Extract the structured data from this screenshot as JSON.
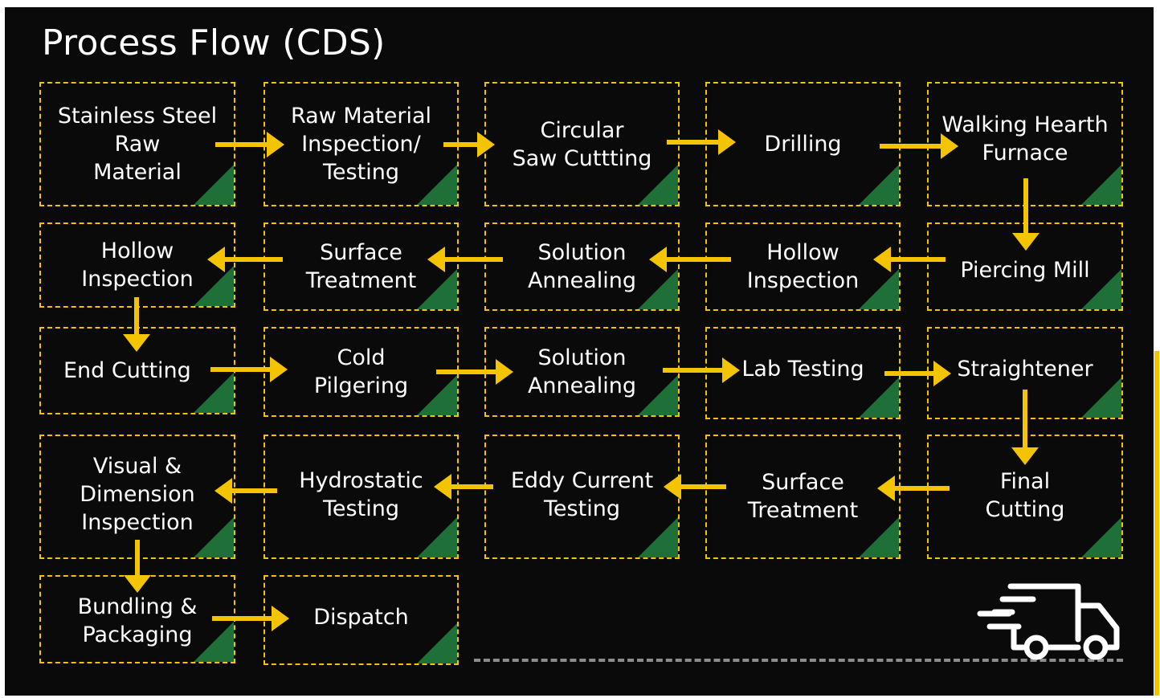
{
  "title": "Process Flow (CDS)",
  "colors": {
    "background": "#0a0a0a",
    "accent": "#f5c400",
    "corner": "#1e7038",
    "text": "#ffffff"
  },
  "steps": [
    "Stainless Steel\nRaw\nMaterial",
    "Raw Material\nInspection/\nTesting",
    "Circular\nSaw Cuttting",
    "Drilling",
    "Walking Hearth\nFurnace",
    "Piercing Mill",
    "Hollow\nInspection",
    "Solution\nAnnealing",
    "Surface\nTreatment",
    "Hollow\nInspection",
    "End Cutting",
    "Cold\nPilgering",
    "Solution\nAnnealing",
    "Lab Testing",
    "Straightener",
    "Final\nCutting",
    "Surface\nTreatment",
    "Eddy Current\nTesting",
    "Hydrostatic\nTesting",
    "Visual &\nDimension\nInspection",
    "Bundling &\nPackaging",
    "Dispatch"
  ],
  "end_icon": "delivery-truck-icon"
}
